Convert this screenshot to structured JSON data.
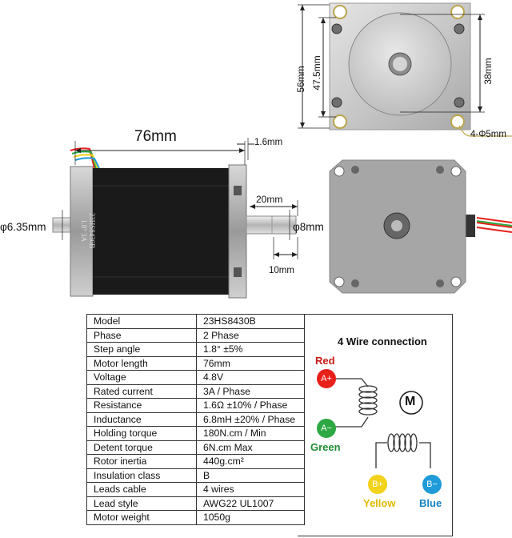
{
  "dimensions": {
    "length": "76mm",
    "flange_thickness": "1.6mm",
    "shaft_length": "20mm",
    "flat_length": "10mm",
    "shaft_diameter_rear": "φ6.35mm",
    "shaft_diameter_front": "φ8mm",
    "flange_size": "56mm",
    "hole_spacing": "47.5mm",
    "boss_diameter": "38mm",
    "mount_holes": "4-Φ5mm"
  },
  "motor_label": {
    "line1": "23HS8430B",
    "line2": "1.8°  3A"
  },
  "specs": [
    {
      "name": "Model",
      "value": "23HS8430B"
    },
    {
      "name": "Phase",
      "value": "2 Phase"
    },
    {
      "name": "Step angle",
      "value": "1.8°   ±5%"
    },
    {
      "name": "Motor length",
      "value": "76mm"
    },
    {
      "name": "Voltage",
      "value": "4.8V"
    },
    {
      "name": "Rated current",
      "value": "3A / Phase"
    },
    {
      "name": "Resistance",
      "value": "1.6Ω  ±10% / Phase"
    },
    {
      "name": "Inductance",
      "value": "6.8mH  ±20% / Phase"
    },
    {
      "name": "Holding torque",
      "value": "180N.cm / Min"
    },
    {
      "name": "Detent torque",
      "value": "6N.cm Max"
    },
    {
      "name": "Rotor inertia",
      "value": "440g.cm²"
    },
    {
      "name": "Insulation class",
      "value": "B"
    },
    {
      "name": "Leads cable",
      "value": "4 wires"
    },
    {
      "name": "Lead style",
      "value": "AWG22 UL1007"
    },
    {
      "name": "Motor weight",
      "value": "1050g"
    }
  ],
  "wiring": {
    "title": "4 Wire connection",
    "motor_symbol": "M",
    "wires": [
      {
        "terminal": "A+",
        "color_name": "Red",
        "color": "#e8201a",
        "text_color": "#c81a14"
      },
      {
        "terminal": "A−",
        "color_name": "Green",
        "color": "#2ea843",
        "text_color": "#1f8f33"
      },
      {
        "terminal": "B+",
        "color_name": "Yellow",
        "color": "#f2d21a",
        "text_color": "#e0b800"
      },
      {
        "terminal": "B−",
        "color_name": "Blue",
        "color": "#1e9bd8",
        "text_color": "#1784c0"
      }
    ]
  }
}
